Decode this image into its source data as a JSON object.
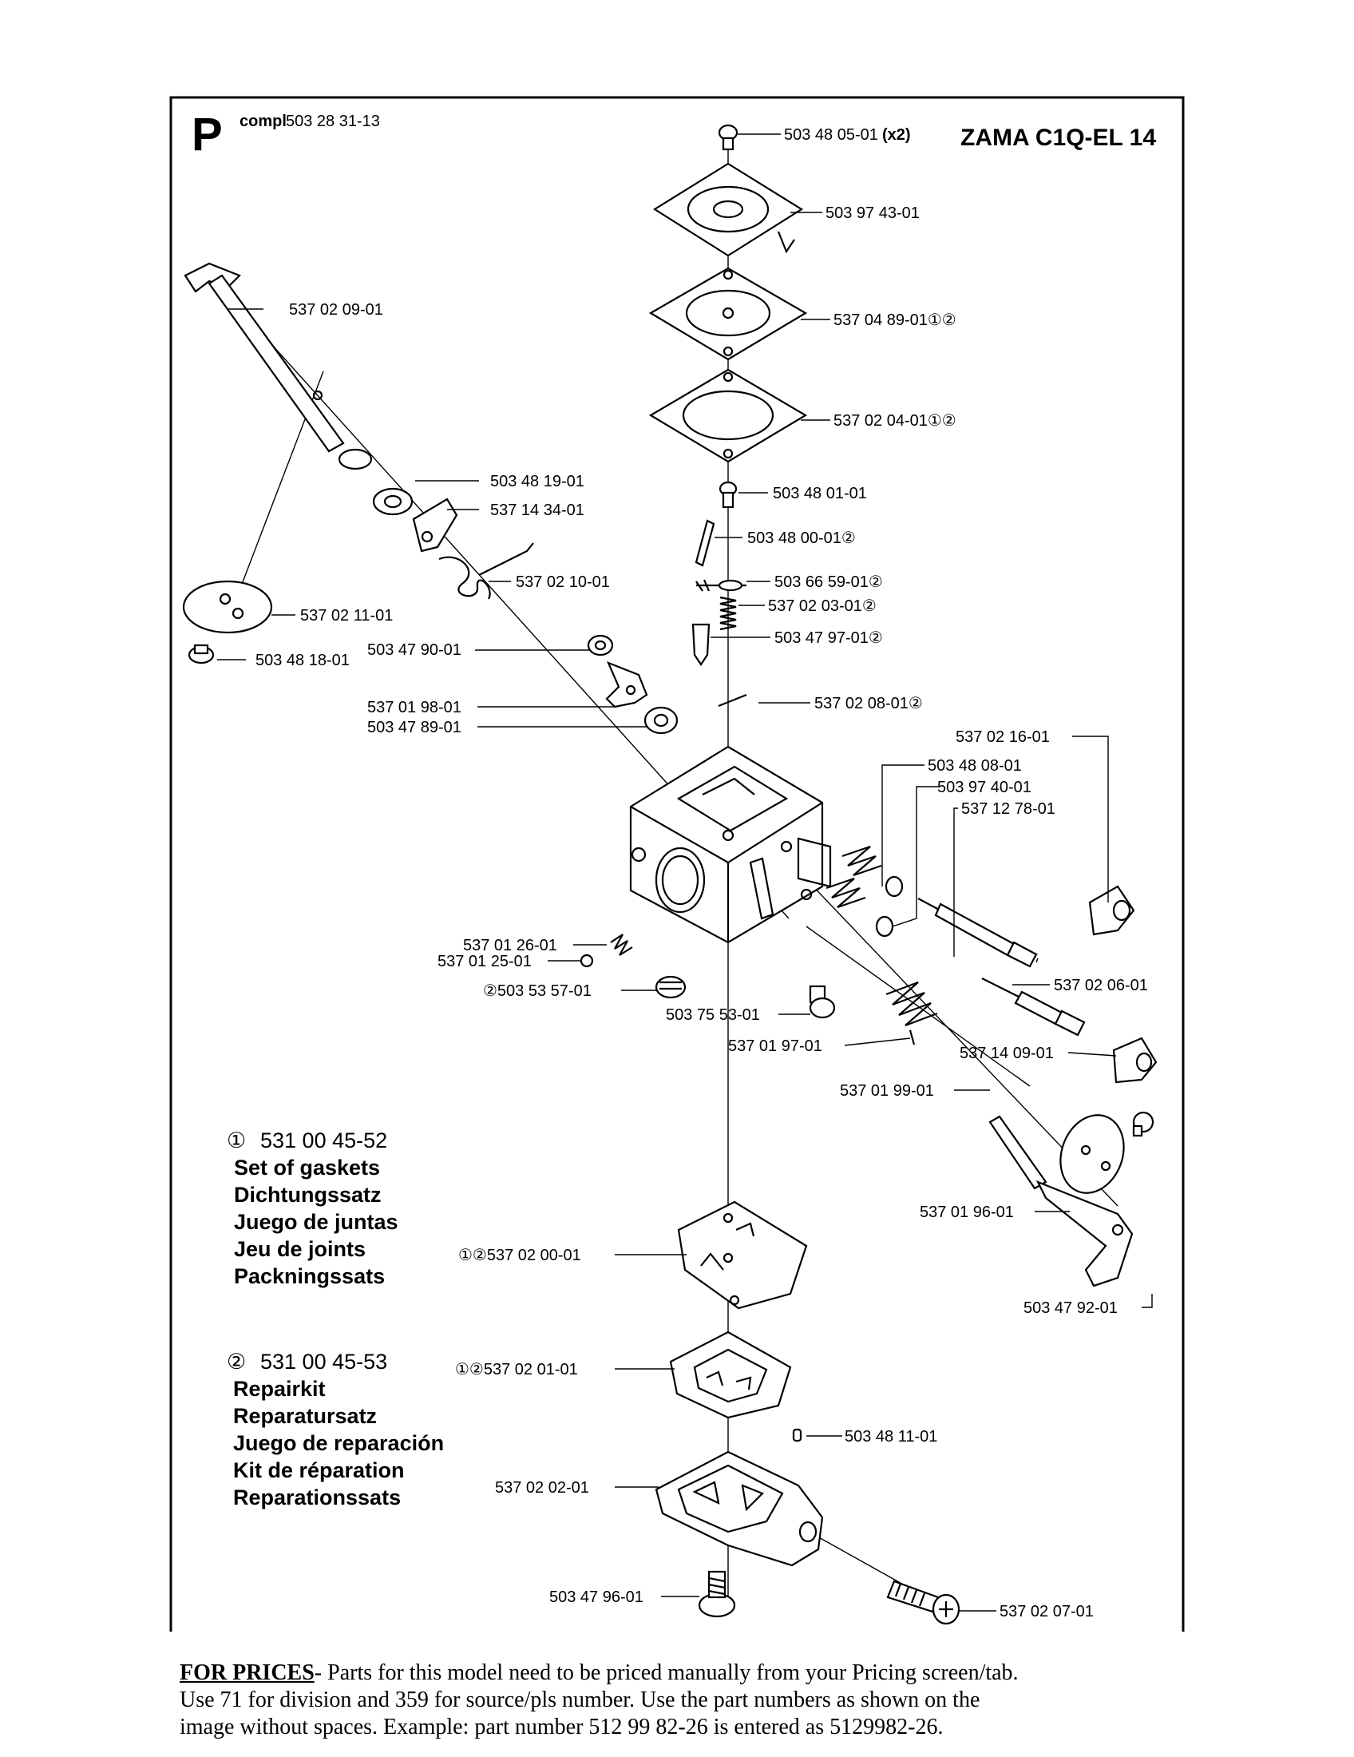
{
  "header": {
    "section_letter": "P",
    "compl_label": "compl",
    "compl_number": "503 28 31-13",
    "model": "ZAMA C1Q-EL 14"
  },
  "labels": {
    "p_503480501": "503 48 05-01",
    "p_503480501_qty": "(x2)",
    "p_503974301": "503 97 43-01",
    "p_537020901": "537 02 09-01",
    "p_537048901": "537 04 89-01①②",
    "p_537020401": "537 02 04-01①②",
    "p_503481901": "503 48 19-01",
    "p_503480101": "503 48 01-01",
    "p_537143401": "537 14 34-01",
    "p_503480001": "503 48 00-01②",
    "p_537021001": "537 02 10-01",
    "p_503665901": "503 66 59-01②",
    "p_537021101": "537 02 11-01",
    "p_537020301": "537 02 03-01②",
    "p_503479001": "503 47 90-01",
    "p_503479701": "503 47 97-01②",
    "p_503481801": "503 48 18-01",
    "p_537019801": "537 01 98-01",
    "p_537020801": "537 02 08-01②",
    "p_503478901": "503 47 89-01",
    "p_537021601": "537 02 16-01",
    "p_503480801": "503 48 08-01",
    "p_503974001": "503 97 40-01",
    "p_537127801": "537 12 78-01",
    "p_537012601": "537 01 26-01",
    "p_537012501": "537 01 25-01",
    "p_503535701": "②503 53 57-01",
    "p_537020601": "537 02 06-01",
    "p_503755301": "503 75 53-01",
    "p_537019701": "537 01 97-01",
    "p_537140901": "537 14 09-01",
    "p_537019901": "537 01 99-01",
    "p_537019601": "537 01 96-01",
    "p_537020001": "①②537 02 00-01",
    "p_503479201": "503 47 92-01",
    "p_537020101": "①②537 02 01-01",
    "p_503481101": "503 48 11-01",
    "p_537020201": "537 02 02-01",
    "p_503479601": "503 47 96-01",
    "p_537020701": "537 02 07-01"
  },
  "kits": [
    {
      "marker": "①",
      "number": "531 00 45-52",
      "names": [
        "Set of gaskets",
        "Dichtungssatz",
        "Juego de juntas",
        "Jeu de joints",
        "Packningssats"
      ]
    },
    {
      "marker": "②",
      "number": "531 00 45-53",
      "names": [
        "Repairkit",
        "Reparatursatz",
        "Juego de reparación",
        "Kit de réparation",
        "Reparationssats"
      ]
    }
  ],
  "footer": {
    "heading": "FOR PRICES",
    "line1": "- Parts for this model need to be priced manually from your Pricing screen/tab.",
    "line2": "Use 71 for division and 359 for source/pls number.  Use the part numbers as shown on the",
    "line3": "image without spaces.  Example: part number 512 99 82-26 is entered as 5129982-26."
  }
}
